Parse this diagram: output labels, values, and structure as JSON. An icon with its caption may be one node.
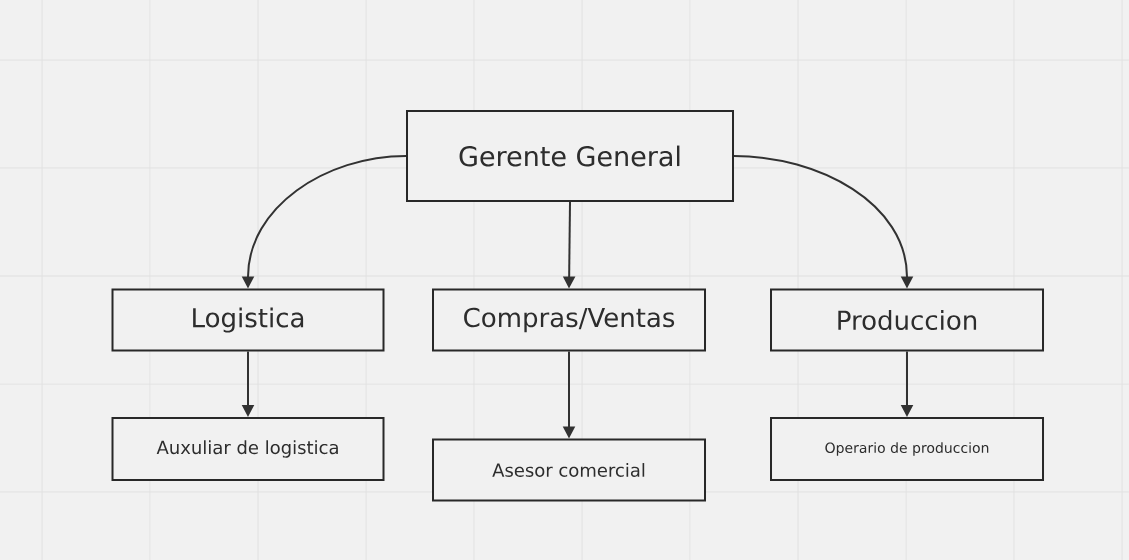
{
  "diagram": {
    "nodes": [
      {
        "text": [
          "Gerente General"
        ]
      },
      {
        "text": [
          "Logistica"
        ]
      },
      {
        "text": [
          "Compras/Ventas"
        ]
      },
      {
        "text": [
          "Produccion"
        ]
      },
      {
        "text": [
          "Auxuliar de logistica"
        ]
      },
      {
        "text": [
          "Asesor comercial"
        ]
      },
      {
        "text": [
          "Operario de produccion"
        ]
      }
    ],
    "edges": [
      {
        "from": 0,
        "to": 1,
        "arrow": "to"
      },
      {
        "from": 0,
        "to": 2,
        "arrow": "to"
      },
      {
        "from": 0,
        "to": 3,
        "arrow": "to"
      },
      {
        "from": 1,
        "to": 4,
        "arrow": "to"
      },
      {
        "from": 2,
        "to": 5,
        "arrow": "to"
      },
      {
        "from": 3,
        "to": 6,
        "arrow": "to"
      }
    ]
  }
}
